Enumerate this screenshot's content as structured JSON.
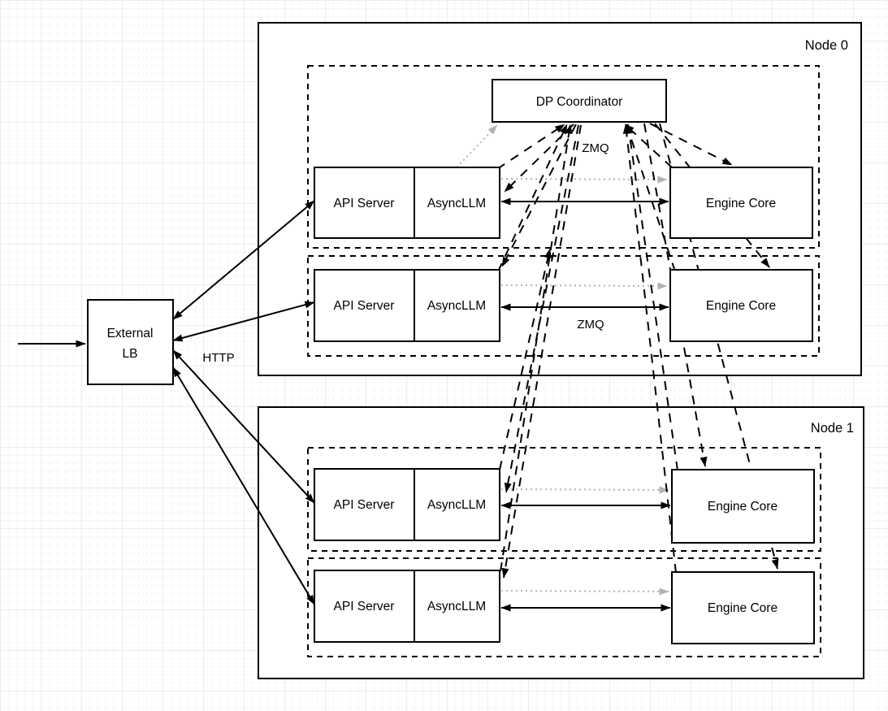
{
  "diagram": {
    "colors": {
      "stroke": "#000000",
      "dotted_gray": "#b3b3b3",
      "box_fill": "#ffffff"
    },
    "external_lb": {
      "line1": "External",
      "line2": "LB"
    },
    "labels": {
      "http": "HTTP",
      "zmq_top": "ZMQ",
      "zmq_row": "ZMQ",
      "dp_coordinator": "DP Coordinator"
    },
    "nodes": [
      {
        "label": "Node 0",
        "rows": [
          {
            "api_server": "API Server",
            "asyncllm": "AsyncLLM",
            "engine_core": "Engine Core"
          },
          {
            "api_server": "API Server",
            "asyncllm": "AsyncLLM",
            "engine_core": "Engine Core"
          }
        ]
      },
      {
        "label": "Node 1",
        "rows": [
          {
            "api_server": "API Server",
            "asyncllm": "AsyncLLM",
            "engine_core": "Engine Core"
          },
          {
            "api_server": "API Server",
            "asyncllm": "AsyncLLM",
            "engine_core": "Engine Core"
          }
        ]
      }
    ]
  }
}
